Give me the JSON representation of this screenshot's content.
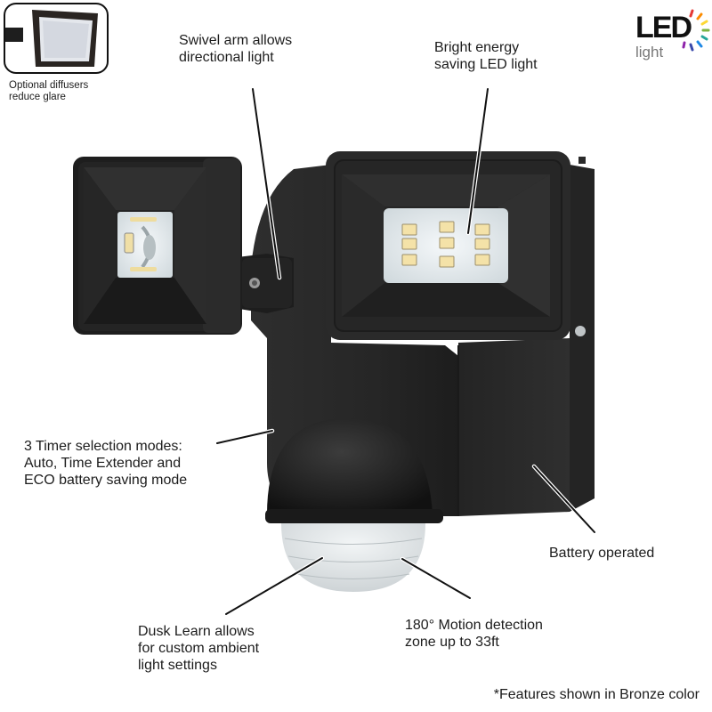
{
  "inset": {
    "caption_lines": [
      "Optional diffusers",
      "reduce glare"
    ]
  },
  "logo": {
    "main_text": "LED",
    "sub_text": "light",
    "ray_colors": [
      "#e53935",
      "#fb8c00",
      "#fdd835",
      "#7cb342",
      "#26a69a",
      "#1e88e5",
      "#3949ab",
      "#8e24aa"
    ]
  },
  "callouts": {
    "swivel_arm": {
      "lines": [
        "Swivel arm allows",
        "directional light"
      ]
    },
    "led_light": {
      "lines": [
        "Bright energy",
        "saving LED light"
      ]
    },
    "timer_modes": {
      "lines": [
        "3 Timer selection modes:",
        "Auto, Time Extender and",
        "ECO battery saving mode"
      ]
    },
    "battery": {
      "lines": [
        "Battery operated"
      ]
    },
    "dusk_learn": {
      "lines": [
        "Dusk Learn allows",
        "for custom ambient",
        "light settings"
      ]
    },
    "motion": {
      "lines": [
        "180° Motion detection",
        "zone up to 33ft"
      ]
    }
  },
  "footnote": "*Features shown in Bronze color",
  "colors": {
    "housing": "#2a2a2a",
    "housing_dark": "#1b1b1b",
    "housing_light": "#3a3a3a",
    "lens": "#e6ecef",
    "led_chip": "#f4e2a8",
    "sensor_lens": "#dfe4e6",
    "leader_line": "#111111"
  }
}
